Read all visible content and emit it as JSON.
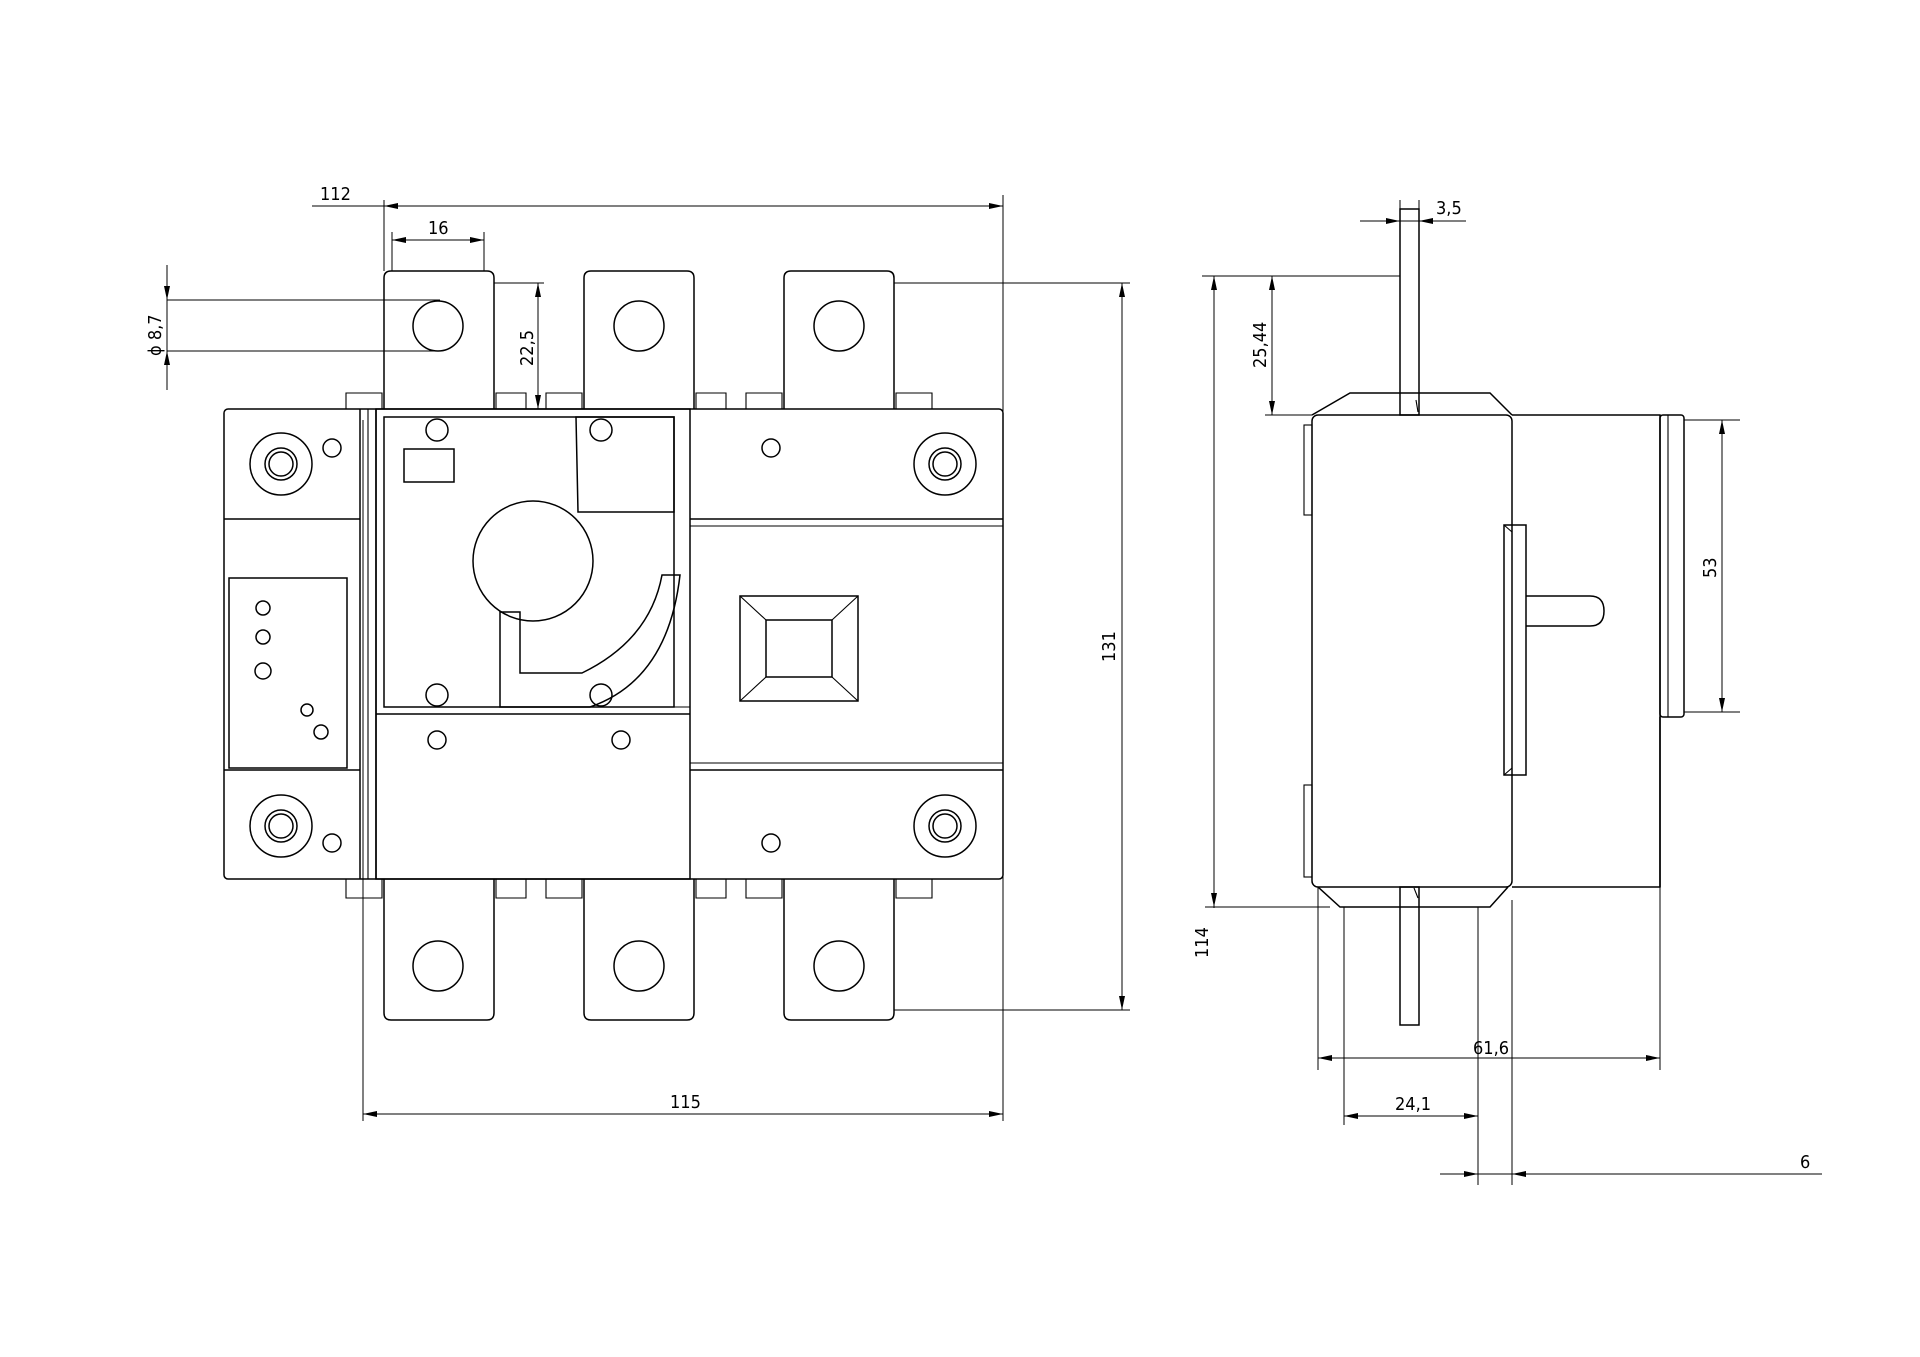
{
  "dimensions": {
    "overall_width_top": "112",
    "terminal_width": "16",
    "hole_diameter": "ϕ 8,7",
    "terminal_hole_offset": "22,5",
    "overall_height": "131",
    "overall_width_bottom": "115",
    "shaft_width": "3,5",
    "shaft_offset_top": "25,44",
    "mounting_height": "114",
    "side_height": "53",
    "side_depth": "61,6",
    "base_to_shaft": "24,1",
    "shaft_step": "6"
  }
}
